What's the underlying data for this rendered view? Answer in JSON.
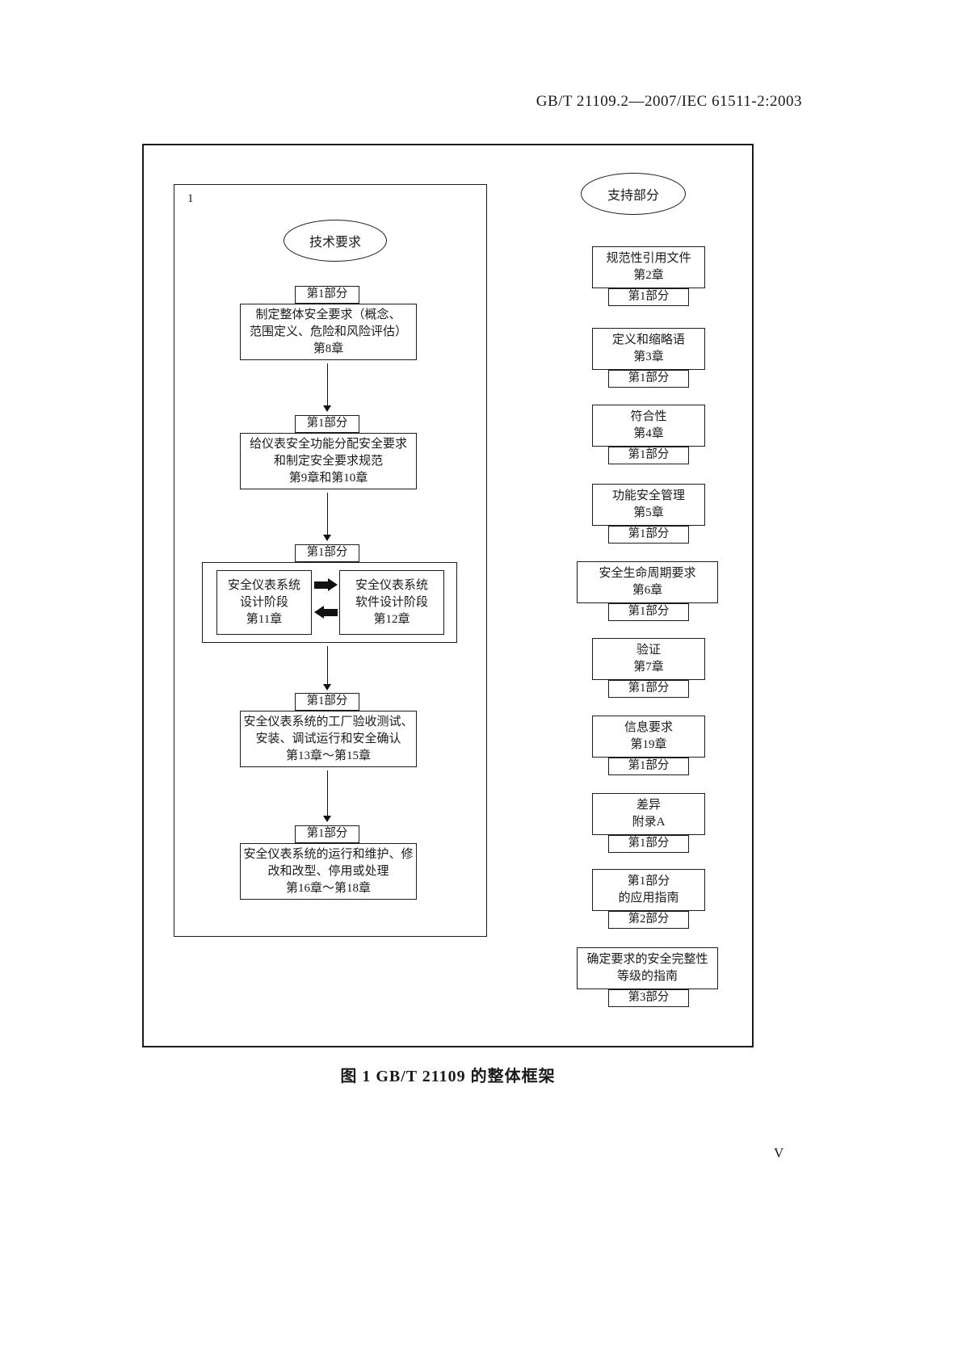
{
  "page": {
    "header": "GB/T 21109.2—2007/IEC 61511-2:2003",
    "frame_label": "1",
    "caption": "图 1  GB/T 21109 的整体框架",
    "page_number": "V"
  },
  "left_flow": {
    "start_ellipse": "技术要求",
    "steps": [
      {
        "tab": "第1部分",
        "lines": [
          "制定整体安全要求（概念、",
          "范围定义、危险和风险评估）",
          "第8章"
        ]
      },
      {
        "tab": "第1部分",
        "lines": [
          "给仪表安全功能分配安全要求",
          "和制定安全要求规范",
          "第9章和第10章"
        ]
      },
      {
        "tab": "第1部分",
        "sub_boxes": [
          {
            "lines": [
              "安全仪表系统",
              "设计阶段",
              "第11章"
            ]
          },
          {
            "lines": [
              "安全仪表系统",
              "软件设计阶段",
              "第12章"
            ]
          }
        ]
      },
      {
        "tab": "第1部分",
        "lines": [
          "安全仪表系统的工厂验收测试、",
          "安装、调试运行和安全确认",
          "第13章～第15章"
        ]
      },
      {
        "tab": "第1部分",
        "lines": [
          "安全仪表系统的运行和维护、修",
          "改和改型、停用或处理",
          "第16章～第18章"
        ]
      }
    ]
  },
  "right_column": {
    "header_ellipse": "支持部分",
    "items": [
      {
        "lines": [
          "规范性引用文件",
          "第2章"
        ],
        "tab": "第1部分"
      },
      {
        "lines": [
          "定义和缩略语",
          "第3章"
        ],
        "tab": "第1部分"
      },
      {
        "lines": [
          "符合性",
          "第4章"
        ],
        "tab": "第1部分"
      },
      {
        "lines": [
          "功能安全管理",
          "第5章"
        ],
        "tab": "第1部分"
      },
      {
        "lines": [
          "安全生命周期要求",
          "第6章"
        ],
        "tab": "第1部分"
      },
      {
        "lines": [
          "验证",
          "第7章"
        ],
        "tab": "第1部分"
      },
      {
        "lines": [
          "信息要求",
          "第19章"
        ],
        "tab": "第1部分"
      },
      {
        "lines": [
          "差异",
          "附录A"
        ],
        "tab": "第1部分"
      },
      {
        "lines": [
          "第1部分",
          "的应用指南"
        ],
        "tab": "第2部分"
      },
      {
        "lines": [
          "确定要求的安全完整性",
          "等级的指南"
        ],
        "tab": "第3部分"
      }
    ]
  }
}
